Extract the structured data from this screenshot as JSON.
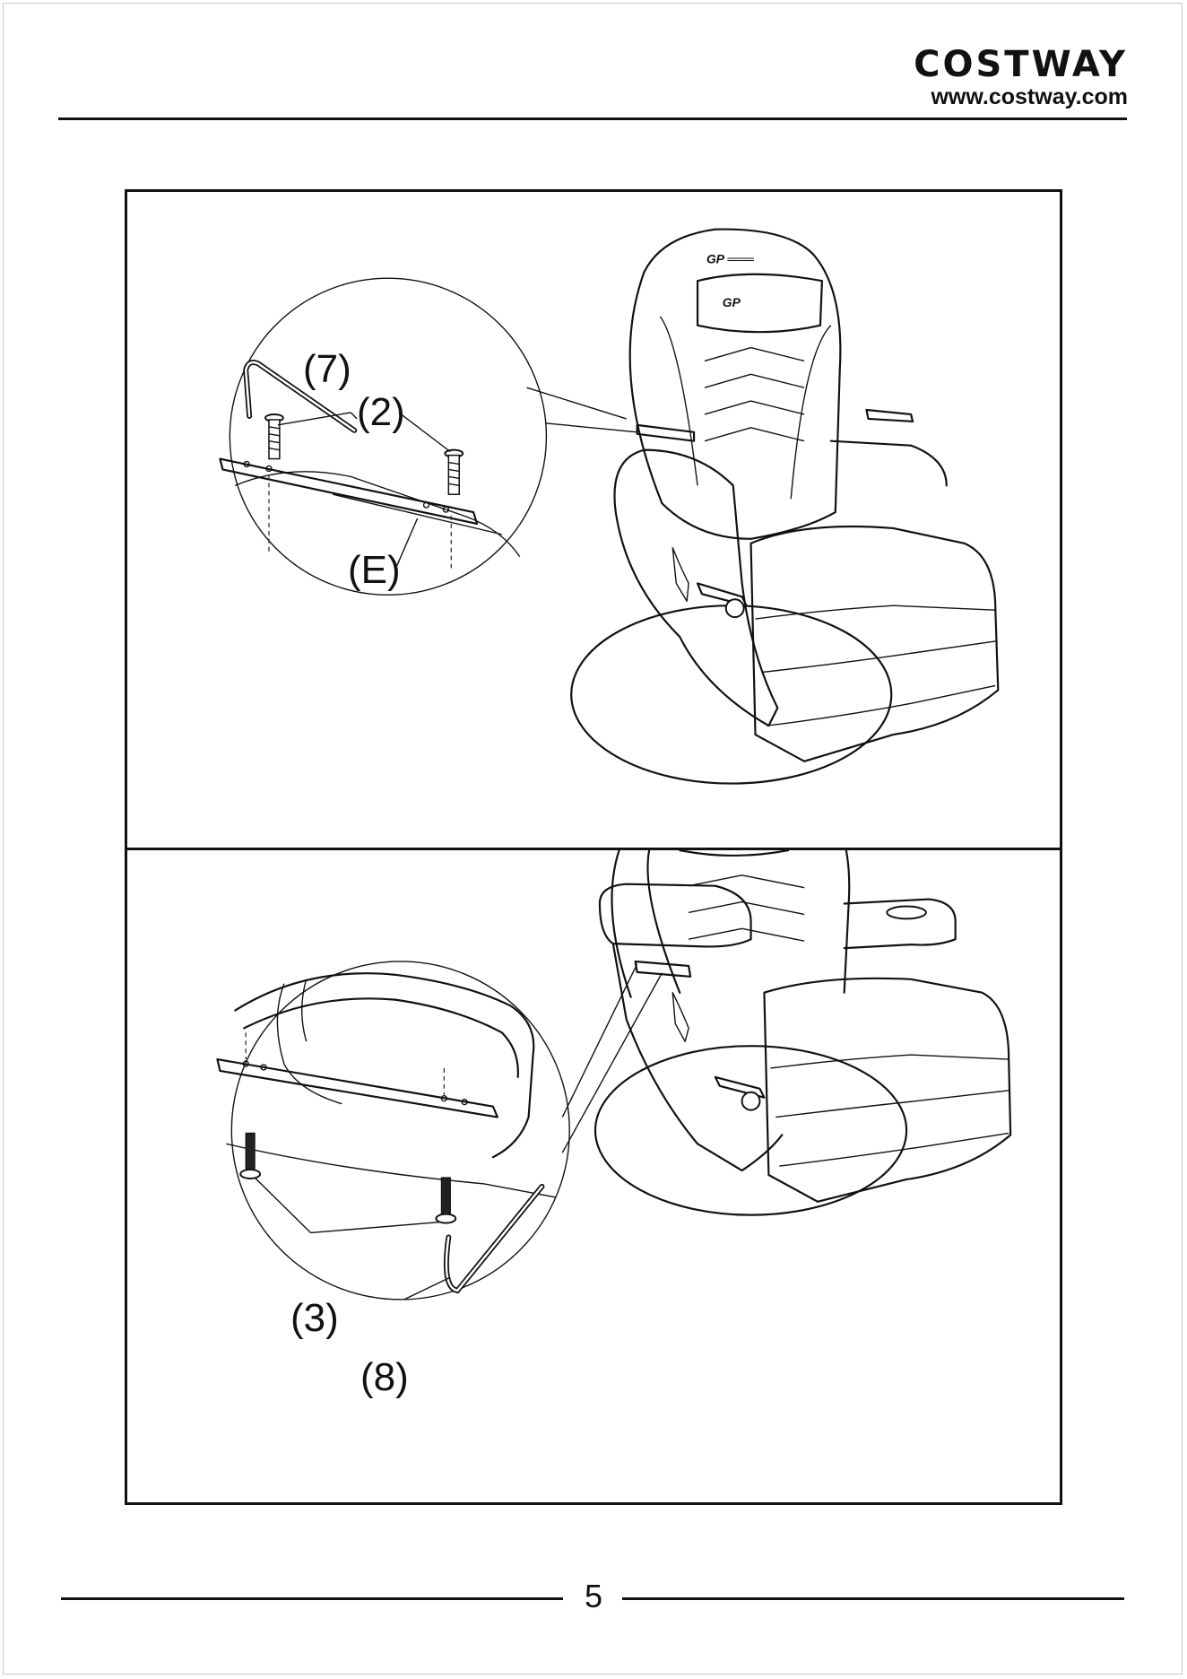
{
  "header": {
    "brand": "COSTWAY",
    "website": "www.costway.com"
  },
  "steps": [
    {
      "callouts": [
        {
          "label": "(7)"
        },
        {
          "label": "(2)"
        },
        {
          "label": "(E)"
        }
      ]
    },
    {
      "callouts": [
        {
          "label": "(3)"
        },
        {
          "label": "(8)"
        }
      ]
    }
  ],
  "footer": {
    "page_number": "5"
  }
}
